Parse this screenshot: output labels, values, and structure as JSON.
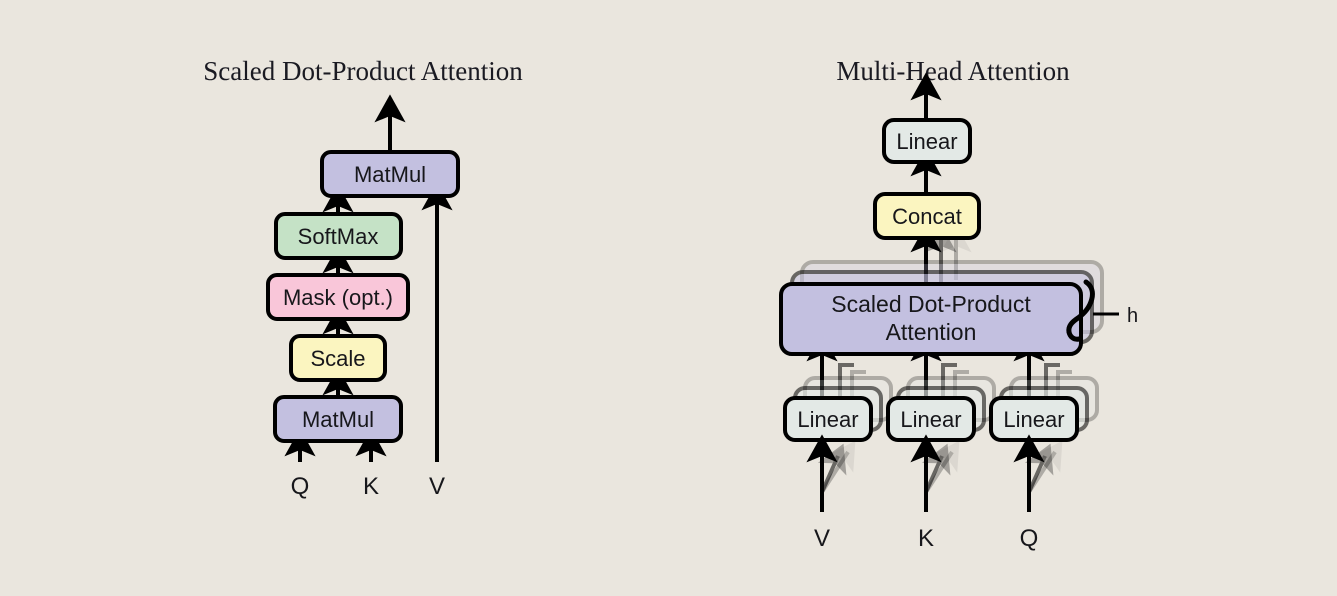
{
  "figure": {
    "background_color": "#eae6de",
    "panels": [
      {
        "id": "scaled-dot-product-attention",
        "title": "Scaled Dot-Product Attention",
        "nodes": [
          {
            "id": "sdpa-matmul-top",
            "label": "MatMul",
            "color": "#c3c0e0"
          },
          {
            "id": "sdpa-softmax",
            "label": "SoftMax",
            "color": "#c5e2c6"
          },
          {
            "id": "sdpa-mask",
            "label": "Mask (opt.)",
            "color": "#f9c6d9"
          },
          {
            "id": "sdpa-scale",
            "label": "Scale",
            "color": "#fbf5c0"
          },
          {
            "id": "sdpa-matmul-bottom",
            "label": "MatMul",
            "color": "#c3c0e0"
          }
        ],
        "inputs": [
          {
            "id": "sdpa-input-q",
            "label": "Q"
          },
          {
            "id": "sdpa-input-k",
            "label": "K"
          },
          {
            "id": "sdpa-input-v",
            "label": "V"
          }
        ]
      },
      {
        "id": "multi-head-attention",
        "title": "Multi-Head Attention",
        "nodes": [
          {
            "id": "mha-linear-top",
            "label": "Linear",
            "color": "#e3e9e6"
          },
          {
            "id": "mha-concat",
            "label": "Concat",
            "color": "#fbf5c0"
          },
          {
            "id": "mha-sdpa",
            "label": "Scaled Dot-Product",
            "label2": "Attention",
            "color": "#c3c0e0"
          },
          {
            "id": "mha-linear-v",
            "label": "Linear",
            "color": "#e3e9e6"
          },
          {
            "id": "mha-linear-k",
            "label": "Linear",
            "color": "#e3e9e6"
          },
          {
            "id": "mha-linear-q",
            "label": "Linear",
            "color": "#e3e9e6"
          }
        ],
        "heads_annotation": "h",
        "inputs": [
          {
            "id": "mha-input-v",
            "label": "V"
          },
          {
            "id": "mha-input-k",
            "label": "K"
          },
          {
            "id": "mha-input-q",
            "label": "Q"
          }
        ]
      }
    ]
  }
}
